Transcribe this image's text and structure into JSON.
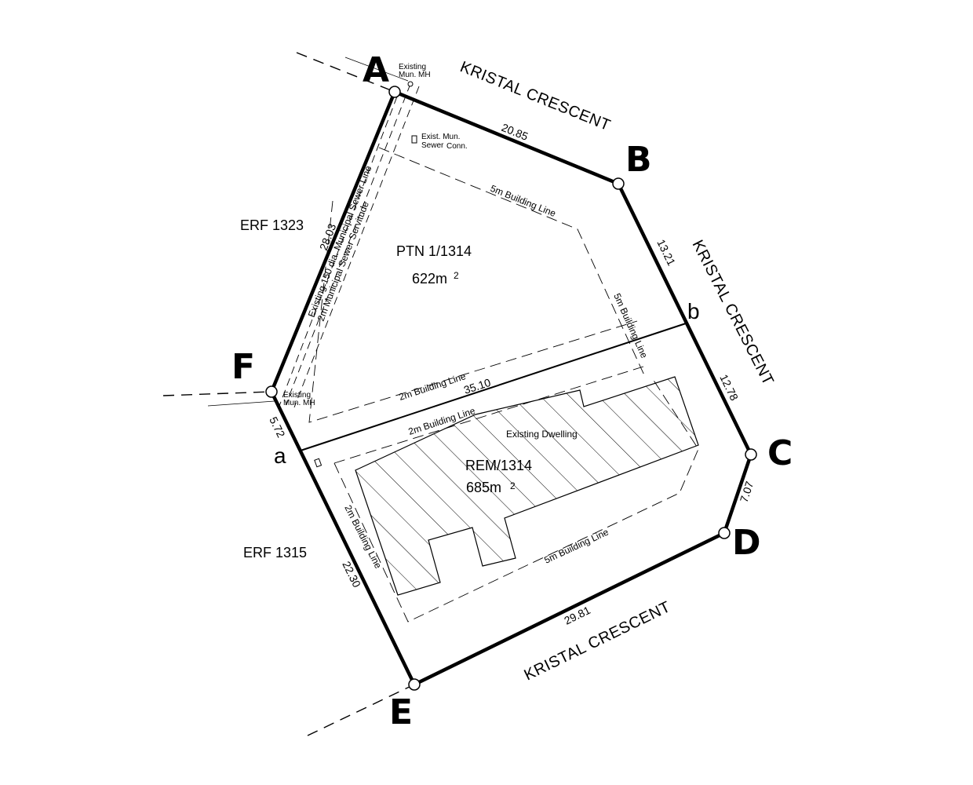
{
  "vertices": {
    "A": "A",
    "B": "B",
    "C": "C",
    "D": "D",
    "E": "E",
    "F": "F",
    "a": "a",
    "b": "b"
  },
  "roads": {
    "top": "KRISTAL CRESCENT",
    "right": "KRISTAL CRESCENT",
    "bottom": "KRISTAL CRESCENT"
  },
  "neighbours": {
    "north_west": "ERF 1323",
    "south_west": "ERF 1315"
  },
  "portions": {
    "ptn": {
      "name": "PTN 1/1314",
      "area": "622m",
      "unit_sup": "2"
    },
    "rem": {
      "name": "REM/1314",
      "area": "685m",
      "unit_sup": "2"
    }
  },
  "dimensions": {
    "AB": "20.85",
    "Bb": "13.21",
    "bC": "12.78",
    "CD": "7.07",
    "DE": "29.81",
    "Ea": "22.30",
    "aF": "5.72",
    "FA": "28.03",
    "ab": "35.10"
  },
  "building_lines": {
    "five_m": "5m Building Line",
    "two_m": "2m Building Line"
  },
  "annotations": {
    "mh_top_1": "Existing",
    "mh_top_2": "Mun. MH",
    "sewer_conn_1": "Exist. Mun.",
    "sewer_conn_2": "Sewer",
    "sewer_conn_3": "Conn.",
    "mh_left_1": "Existing",
    "mh_left_2": "Mun. MH",
    "sewer_line": "Existing 150 dia. Municipal Sewer Line",
    "servitude": "2m Municipal Sewer Servitude",
    "dwelling": "Existing Dwelling"
  }
}
